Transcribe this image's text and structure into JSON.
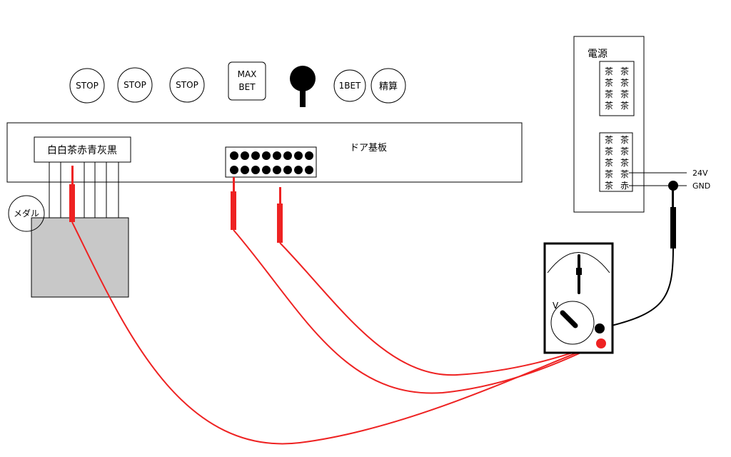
{
  "buttons": {
    "stop1": "STOP",
    "stop2": "STOP",
    "stop3": "STOP",
    "max_bet_line1": "MAX",
    "max_bet_line2": "BET",
    "one_bet": "1BET",
    "settle": "精算"
  },
  "door_board": {
    "label": "ドア基板",
    "wire_colors_label": "白白茶赤青灰黒"
  },
  "medal": {
    "label": "メダル"
  },
  "power": {
    "label": "電源",
    "upper_rows": [
      [
        "茶",
        "茶"
      ],
      [
        "茶",
        "茶"
      ],
      [
        "茶",
        "茶"
      ],
      [
        "茶",
        "茶"
      ]
    ],
    "lower_rows": [
      [
        "茶",
        "茶"
      ],
      [
        "茶",
        "茶"
      ],
      [
        "茶",
        "茶"
      ],
      [
        "茶",
        "茶"
      ],
      [
        "茶",
        "赤"
      ]
    ],
    "v24": "24V",
    "gnd": "GND"
  },
  "meter": {
    "mode_label": "V"
  },
  "colors": {
    "probe_red": "#ee2222",
    "medal_gray": "#c8c8c8"
  }
}
